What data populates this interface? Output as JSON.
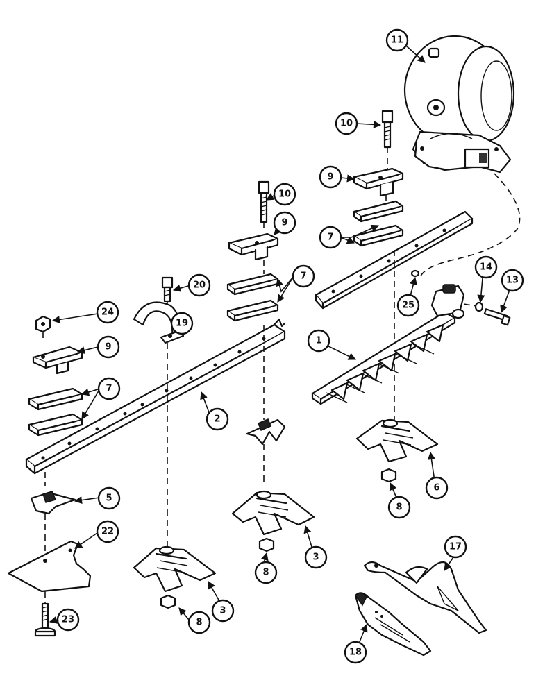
{
  "callouts": {
    "c1": "1",
    "c2": "2",
    "c3a": "3",
    "c3b": "3",
    "c5": "5",
    "c6": "6",
    "c7a": "7",
    "c7b": "7",
    "c7c": "7",
    "c8a": "8",
    "c8b": "8",
    "c8c": "8",
    "c9a": "9",
    "c9b": "9",
    "c9c": "9",
    "c10a": "10",
    "c10b": "10",
    "c11": "11",
    "c13": "13",
    "c14": "14",
    "c17": "17",
    "c18": "18",
    "c19": "19",
    "c20": "20",
    "c22": "22",
    "c23": "23",
    "c24": "24",
    "c25": "25"
  }
}
